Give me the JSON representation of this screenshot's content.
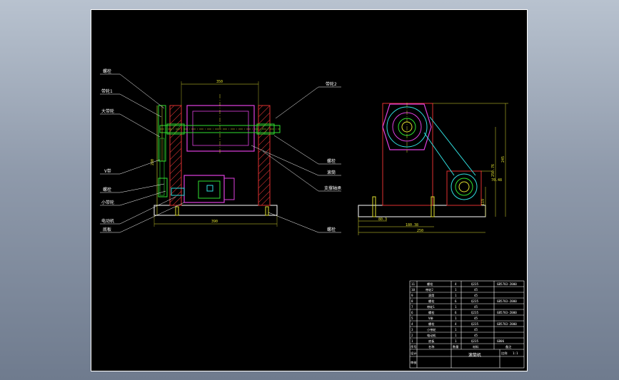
{
  "drawing": {
    "front_view": {
      "labels_left": [
        "螺栓",
        "带轮1",
        "大带轮",
        "V带",
        "螺栓",
        "小带轮",
        "电动机",
        "底板"
      ],
      "labels_right": [
        "带轮2",
        "螺栓",
        "滚筒",
        "支撑轴承",
        "螺栓"
      ],
      "dim_top": "350",
      "dim_height": "280",
      "dim_base": "390"
    },
    "side_view": {
      "dim_x1": "80.3",
      "dim_x2": "180.38",
      "dim_x3": "250",
      "dim_v1": "245",
      "dim_v2": "250.76",
      "dim_v3": "119",
      "dim_v4": "70.48"
    },
    "title_block": {
      "rows": [
        {
          "no": "11",
          "name": "螺栓",
          "qty": "4",
          "mat": "Q235",
          "std": "GB5783-2000"
        },
        {
          "no": "10",
          "name": "带轮2",
          "qty": "1",
          "mat": "45",
          "std": ""
        },
        {
          "no": "9",
          "name": "滚筒",
          "qty": "1",
          "mat": "45",
          "std": ""
        },
        {
          "no": "8",
          "name": "螺栓",
          "qty": "6",
          "mat": "Q235",
          "std": "GB5783-2000"
        },
        {
          "no": "7",
          "name": "带轮1",
          "qty": "1",
          "mat": "45",
          "std": ""
        },
        {
          "no": "6",
          "name": "螺栓",
          "qty": "6",
          "mat": "Q235",
          "std": "GB5783-2000"
        },
        {
          "no": "5",
          "name": "V带",
          "qty": "1",
          "mat": "45",
          "std": ""
        },
        {
          "no": "4",
          "name": "螺栓",
          "qty": "4",
          "mat": "Q235",
          "std": "GB5783-2000"
        },
        {
          "no": "3",
          "name": "小带轮",
          "qty": "1",
          "mat": "45",
          "std": ""
        },
        {
          "no": "2",
          "name": "电动机",
          "qty": "1",
          "mat": "45",
          "std": ""
        },
        {
          "no": "1",
          "name": "底板",
          "qty": "1",
          "mat": "Q235",
          "std": "GB06"
        }
      ],
      "header": {
        "no": "序号",
        "name": "名称",
        "qty": "数量",
        "mat": "材料",
        "std": "备注"
      },
      "design_label": "设计",
      "check_label": "审核",
      "designer": "",
      "title": "滚筒机",
      "scale_label": "比例",
      "scale": "1:1"
    }
  }
}
